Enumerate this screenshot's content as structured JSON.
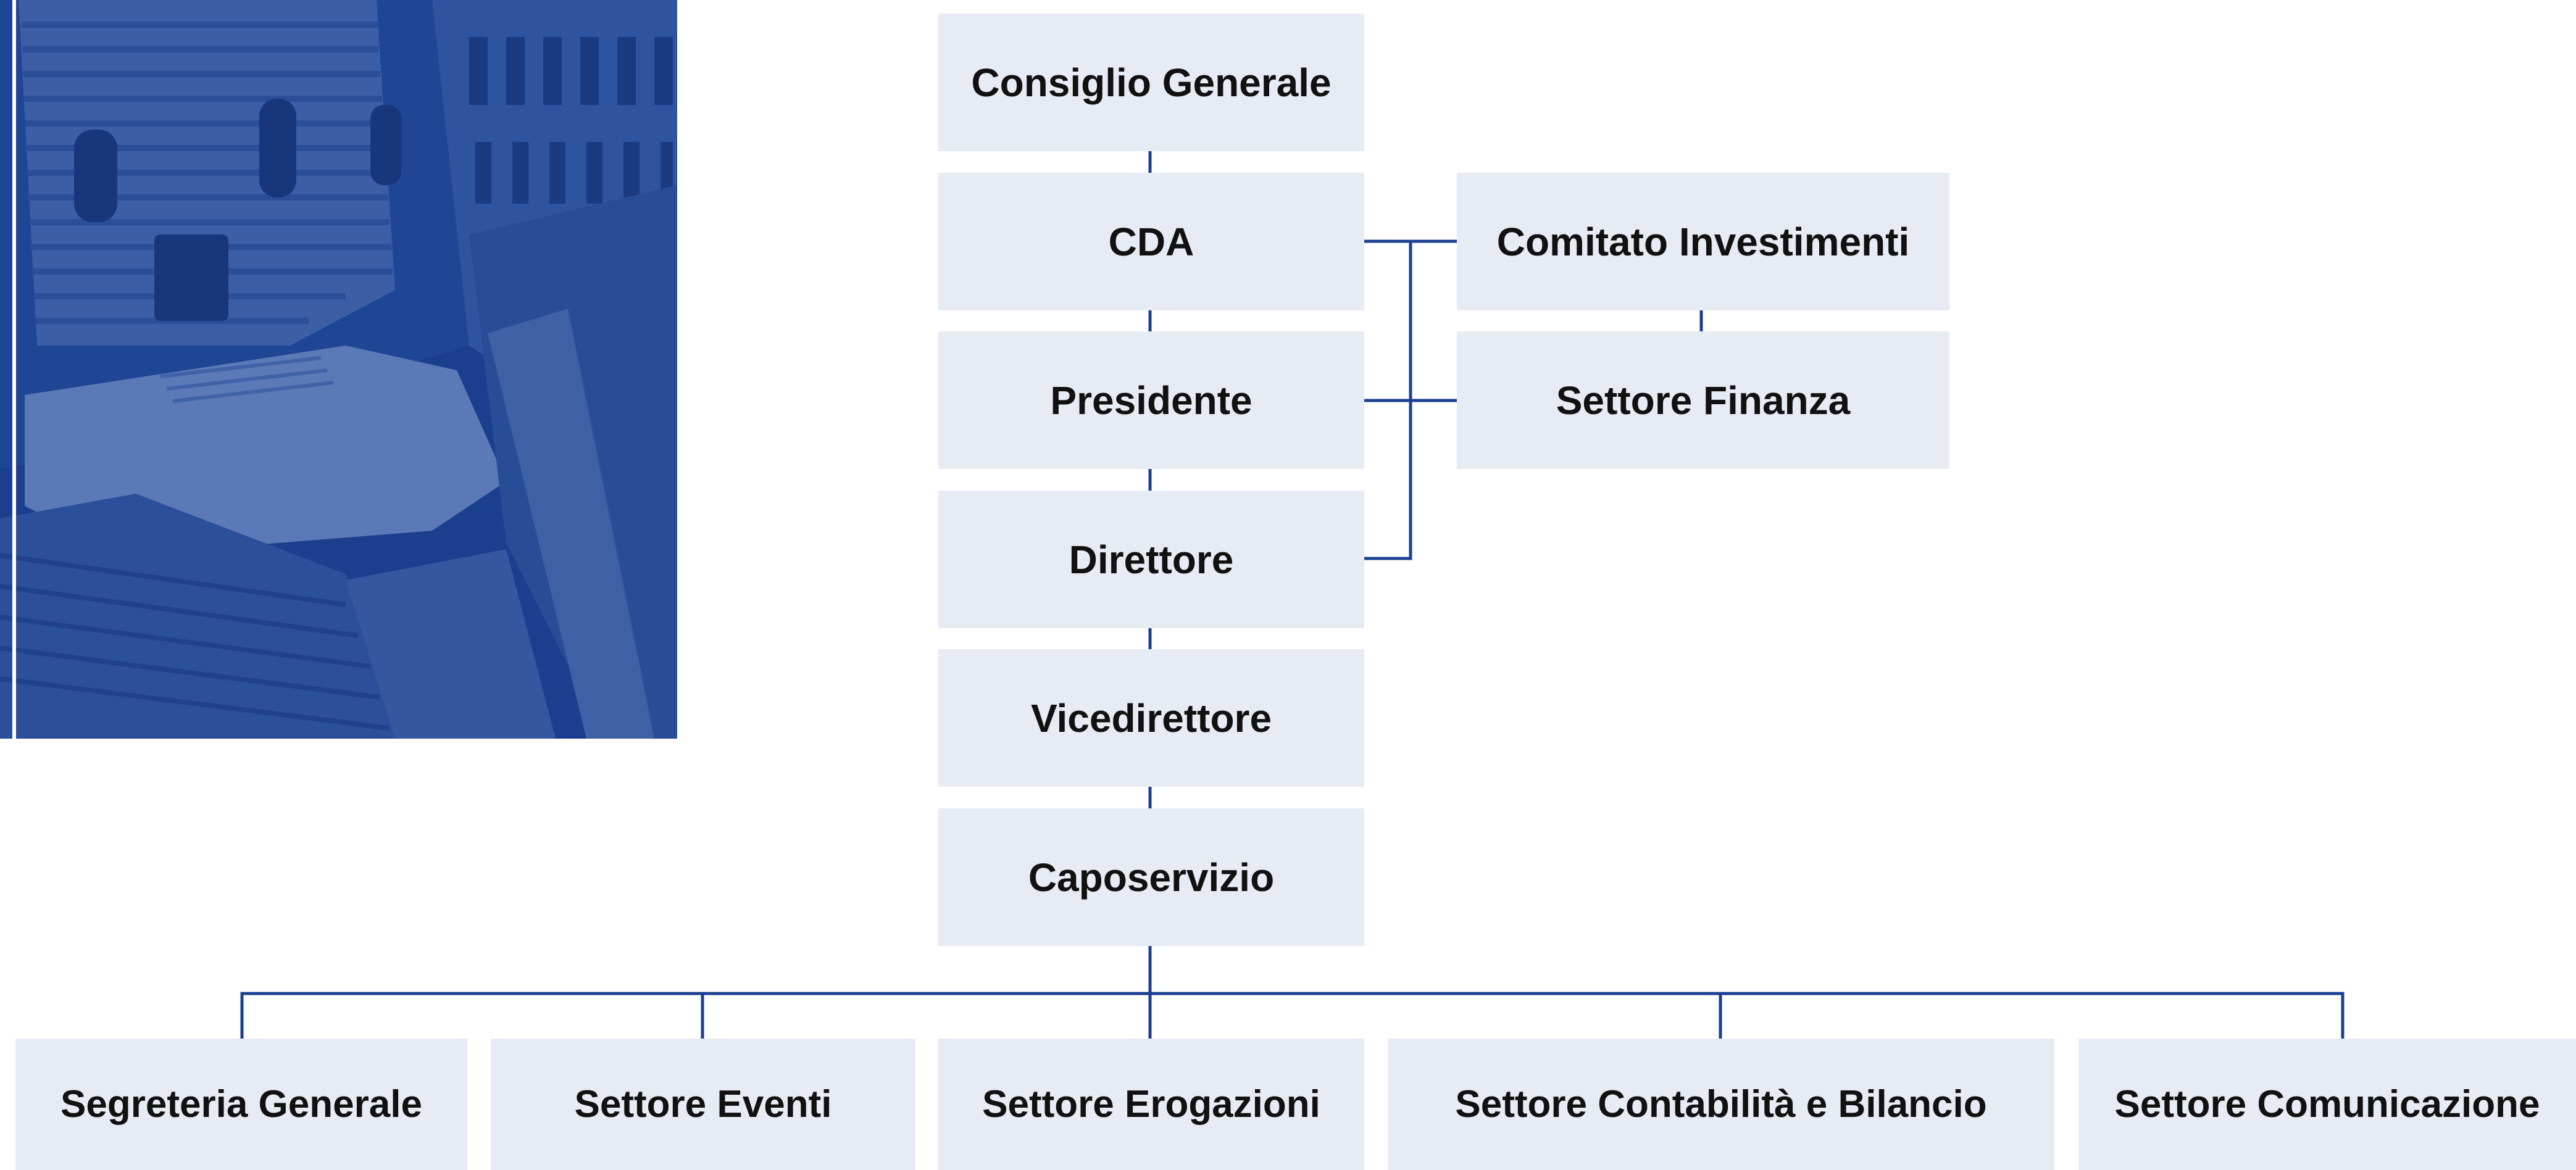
{
  "org_chart": {
    "main_column": [
      {
        "id": "consiglio",
        "label": "Consiglio Generale"
      },
      {
        "id": "cda",
        "label": "CDA"
      },
      {
        "id": "presidente",
        "label": "Presidente"
      },
      {
        "id": "direttore",
        "label": "Direttore"
      },
      {
        "id": "vicedirettore",
        "label": "Vicedirettore"
      },
      {
        "id": "caposervizio",
        "label": "Caposervizio"
      }
    ],
    "side_column": [
      {
        "id": "comitato",
        "label": "Comitato Investimenti"
      },
      {
        "id": "finanza",
        "label": "Settore Finanza"
      }
    ],
    "departments": [
      {
        "id": "segreteria",
        "label": "Segreteria Generale"
      },
      {
        "id": "eventi",
        "label": "Settore Eventi"
      },
      {
        "id": "erogazioni",
        "label": "Settore Erogazioni"
      },
      {
        "id": "contabilita",
        "label": "Settore Contabilità e Bilancio"
      },
      {
        "id": "comunicazione",
        "label": "Settore Comunicazione"
      }
    ],
    "edges": [
      [
        "consiglio",
        "cda"
      ],
      [
        "cda",
        "presidente"
      ],
      [
        "presidente",
        "direttore"
      ],
      [
        "direttore",
        "vicedirettore"
      ],
      [
        "vicedirettore",
        "caposervizio"
      ],
      [
        "cda",
        "comitato"
      ],
      [
        "presidente",
        "finanza"
      ],
      [
        "direttore",
        "finanza"
      ],
      [
        "comitato",
        "finanza"
      ],
      [
        "caposervizio",
        "segreteria"
      ],
      [
        "caposervizio",
        "eventi"
      ],
      [
        "caposervizio",
        "erogazioni"
      ],
      [
        "caposervizio",
        "contabilita"
      ],
      [
        "caposervizio",
        "comunicazione"
      ]
    ]
  },
  "colors": {
    "box_fill": "#e7ebf4",
    "connector": "#1c3f91",
    "photo_tint": "#1a3f8f",
    "text": "#111111"
  }
}
